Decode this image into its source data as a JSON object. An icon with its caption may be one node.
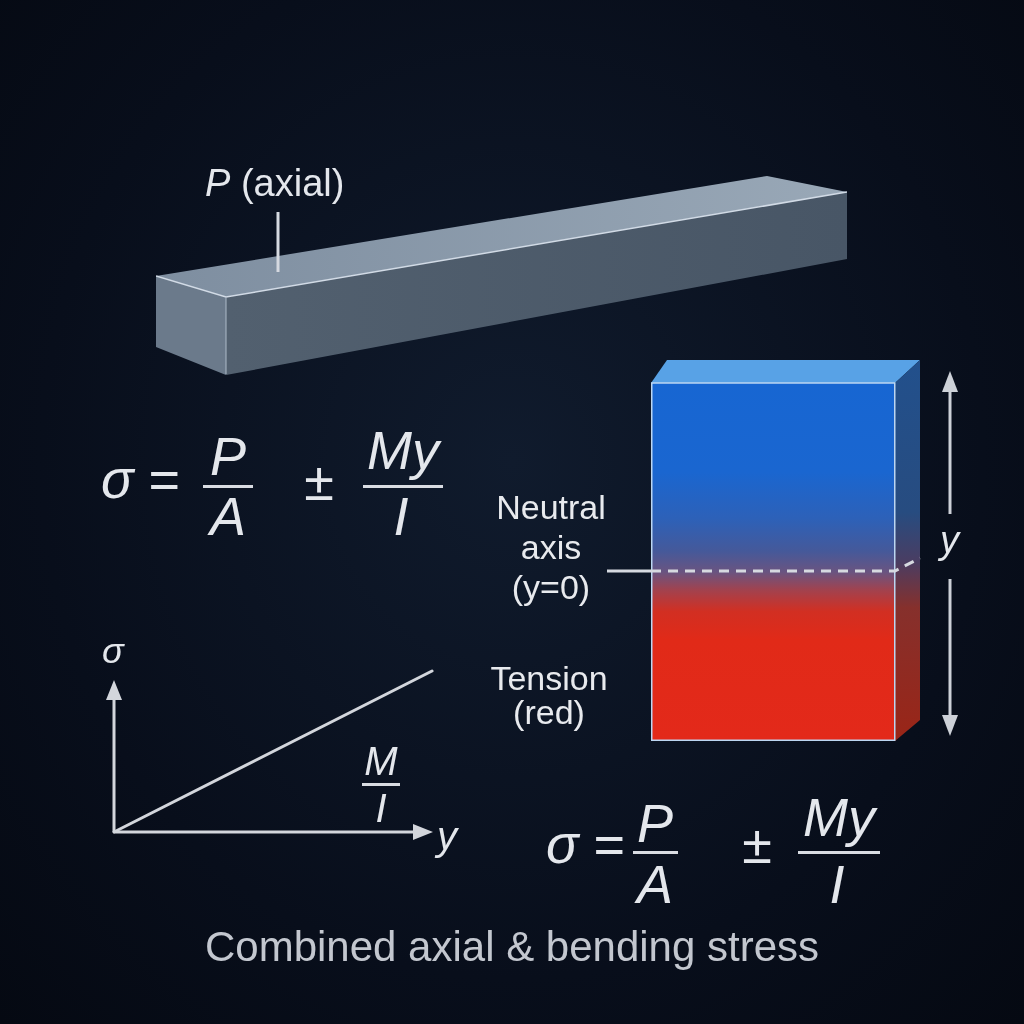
{
  "diagram": {
    "caption": "Combined axial & bending stress",
    "nodes": [
      {
        "text": [
          "*P* (axial)"
        ]
      },
      {
        "text": [],
        "shape": "bar"
      },
      {
        "text": [],
        "shape": "box"
      },
      {
        "text": [
          "Neutral axis (y=0)"
        ]
      }
    ],
    "edges": [
      {
        "from": 0,
        "to": 1,
        "arrow": "none"
      },
      {
        "from": 3,
        "to": 2,
        "arrow": "none"
      }
    ],
    "labels": [
      "*σ* =",
      "P",
      "A",
      "±",
      "My",
      "I",
      "y",
      "σ",
      "Tension (red)",
      "M",
      "I",
      "y",
      "*σ* =",
      "P",
      "A",
      "±",
      "My",
      "I"
    ]
  }
}
